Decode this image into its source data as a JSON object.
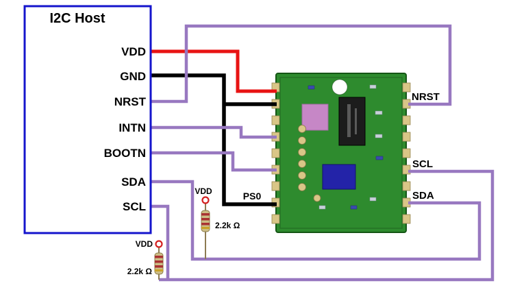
{
  "colors": {
    "host_border": "#1414cc",
    "wire_red": "#e81313",
    "wire_black": "#000000",
    "wire_purple": "#9878c0",
    "pcb_green": "#2e8b2e",
    "pcb_border": "#155615",
    "pad_tan": "#d9c687",
    "resistor_body": "#cdbd85",
    "chip_black": "#1c1c1c",
    "chip_blue": "#2323a8",
    "chip_pink": "#c687c6"
  },
  "host": {
    "title": "I2C Host",
    "pins": [
      {
        "label": "VDD"
      },
      {
        "label": "GND"
      },
      {
        "label": "NRST"
      },
      {
        "label": "INTN"
      },
      {
        "label": "BOOTN"
      },
      {
        "label": "SDA"
      },
      {
        "label": "SCL"
      }
    ]
  },
  "module": {
    "pins": [
      {
        "label": "NRST"
      },
      {
        "label": "SCL"
      },
      {
        "label": "SDA"
      }
    ],
    "ps0_label": "PS0"
  },
  "resistors": [
    {
      "supply_label": "VDD",
      "value_label": "2.2k Ω"
    },
    {
      "supply_label": "VDD",
      "value_label": "2.2k Ω"
    }
  ]
}
